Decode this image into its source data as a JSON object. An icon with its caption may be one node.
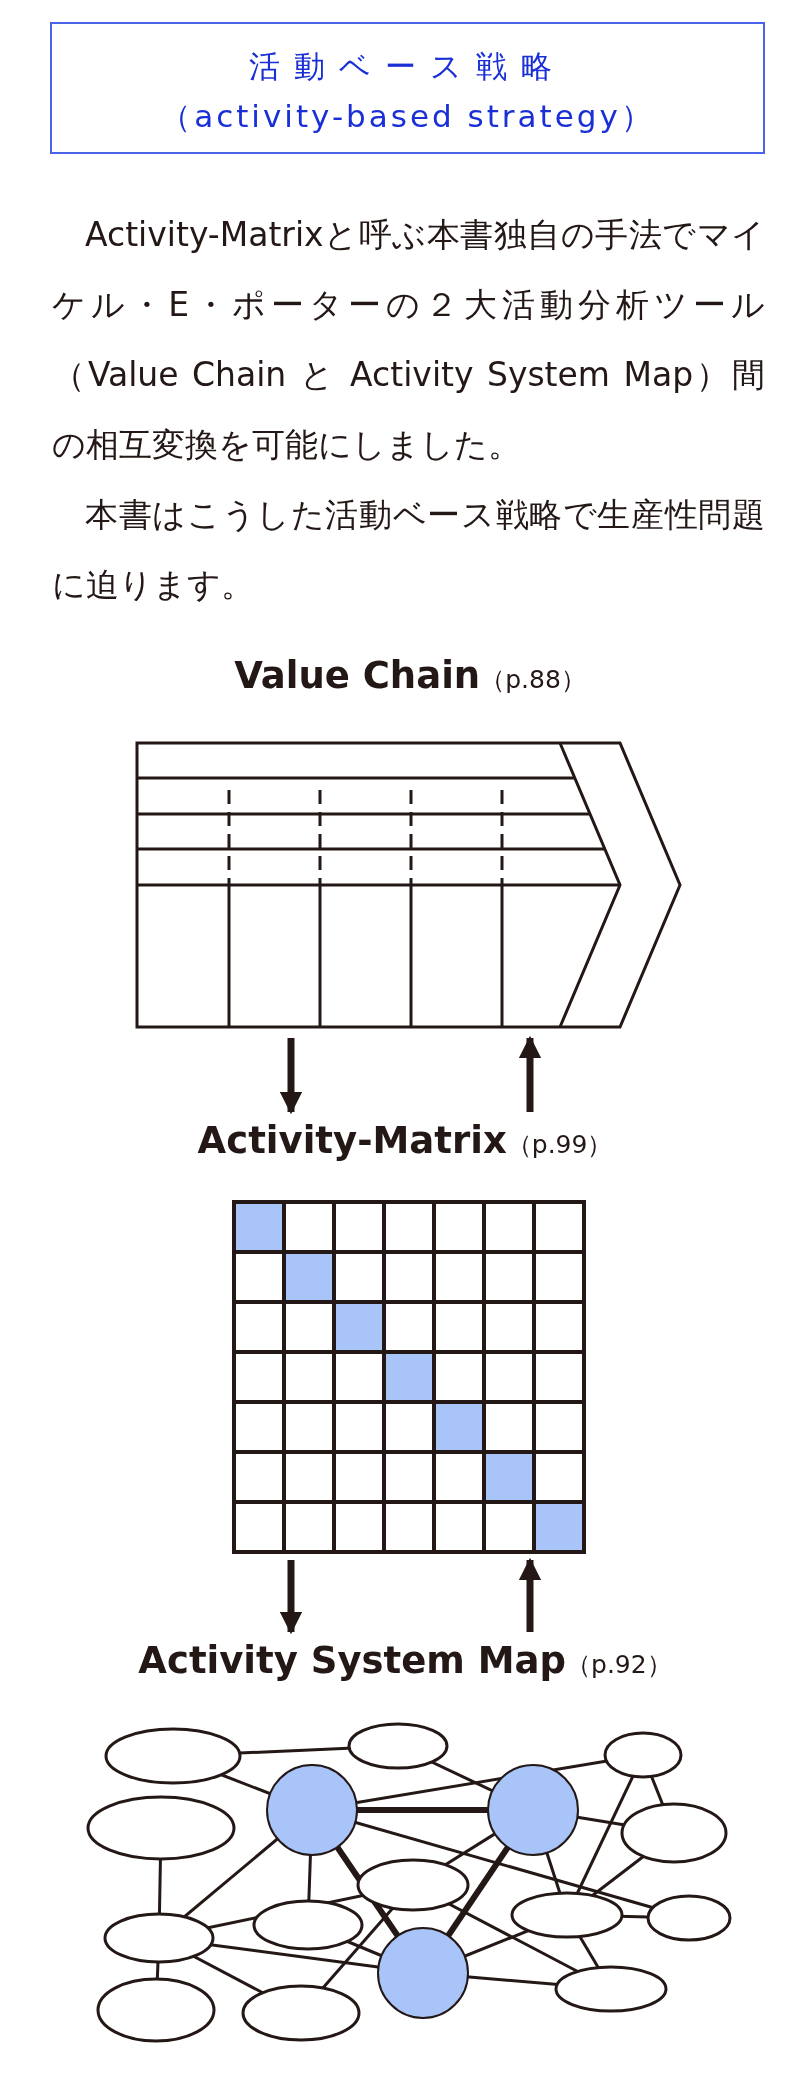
{
  "diagram": {
    "nodes": [
      {
        "text": [
          "活動ベース戦略",
          "（activity-based strategy）"
        ]
      },
      {
        "text": [
          "**Value Chain**（p.88）"
        ]
      },
      {
        "text": [
          "**Activity-Matrix**（p.99）"
        ]
      },
      {
        "text": [
          "**Activity System Map**（p.92）"
        ]
      }
    ],
    "edges": [
      {
        "from": 1,
        "to": 2,
        "arrow": "to"
      },
      {
        "from": 2,
        "to": 1,
        "arrow": "to"
      },
      {
        "from": 2,
        "to": 3,
        "arrow": "to"
      },
      {
        "from": 3,
        "to": 2,
        "arrow": "to"
      }
    ],
    "labels": [
      "Activity-Matrixと呼ぶ本書独自の手法でマイケル・E・ポーターの２大活動分析ツール（Value Chain と Activity System Map）間の相互変換を可能にしました。",
      "本書はこうした活動ベース戦略で生産性問題に迫ります。"
    ]
  }
}
